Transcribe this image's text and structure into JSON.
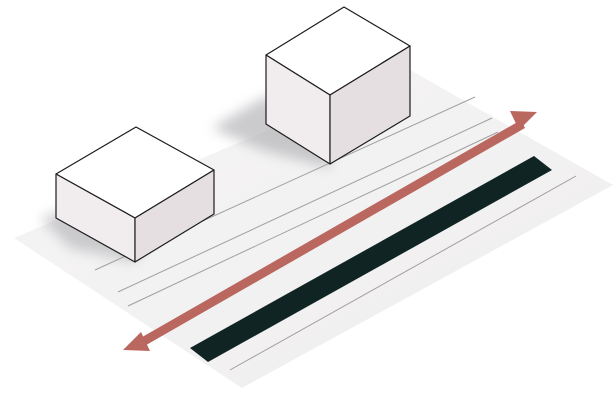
{
  "diagram": {
    "kind": "isometric street illustration",
    "elements": {
      "ground": "ground-plane",
      "buildings": [
        "building-left",
        "building-right"
      ],
      "lane_lines": [
        "lane-line-1",
        "lane-line-2",
        "lane-line-3",
        "lane-line-4"
      ],
      "dark_lane": "dark-lane-strip",
      "arrow": "double-headed-arrow"
    }
  },
  "colors": {
    "background": "#ffffff",
    "ground": "#f2f1f1",
    "shadow": "#a9a8ad",
    "building_top": "#ffffff",
    "building_left_face": "#f1ecee",
    "building_right_face": "#e6dfe2",
    "building_edge": "#1c1c1c",
    "lane_line": "#9e9e9e",
    "dark_lane": "#112424",
    "arrow": "#b9675f"
  }
}
